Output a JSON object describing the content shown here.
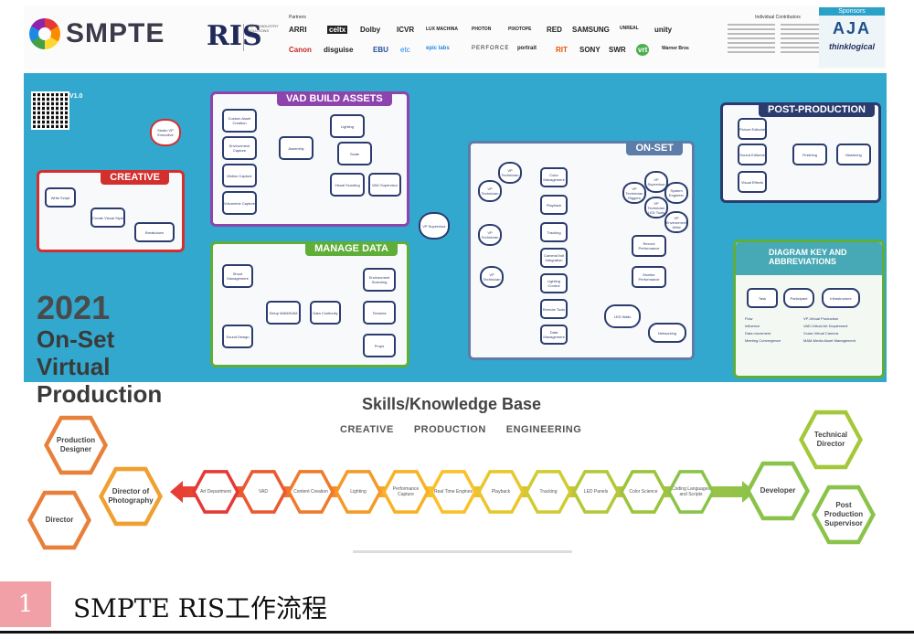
{
  "header": {
    "brand": "SMPTE",
    "ris": "RIS",
    "ris_sub": "RAPID INDUSTRY SOLUTIONS",
    "partners_label": "Partners",
    "partners": [
      "ARRI",
      "celtx",
      "Dolby",
      "ICVR",
      "LUX MACHINA",
      "PHOTON",
      "PIXOTOPE",
      "RED",
      "SAMSUNG",
      "UNREAL",
      "unity",
      "Canon",
      "disguise",
      "EBU",
      "etc",
      "epic labs",
      "PERFORCE",
      "portrait",
      "RIT",
      "SONY",
      "SWR",
      "vrt",
      "Warner Bros"
    ],
    "individual_label": "Individual Contributors",
    "sponsors_label": "Sponsors",
    "sponsors": [
      "AJA",
      "thinklogical"
    ]
  },
  "version_label": "V1.0",
  "sections": {
    "creative": {
      "title": "CREATIVE",
      "nodes": [
        "Write Script",
        "Create Visual Style",
        "Breakdown"
      ]
    },
    "vad_build": {
      "title": "VAD BUILD ASSETS",
      "nodes": [
        "Custom Asset Creation",
        "Environment Capture",
        "Motion Capture",
        "Volumetric Capture",
        "Assembly",
        "Lighting",
        "Scale",
        "Visual Scouting",
        "VAD Supervisor"
      ],
      "studio_node": "Studio VP Executive"
    },
    "manage_data": {
      "title": "MANAGE DATA",
      "nodes": [
        "Shoot Management",
        "Sound Design",
        "Setup MAM/DAM",
        "Data Continuity",
        "Environment Scanning",
        "Textures",
        "Props"
      ]
    },
    "vp_supervisor": "VP Supervisor",
    "on_set": {
      "title": "ON-SET",
      "left_nodes": [
        "VP Technician",
        "VP Technician",
        "VP Technician",
        "VP Technician"
      ],
      "center_nodes": [
        "Color Management",
        "Playback",
        "Tracking",
        "Camera/Volt Integration",
        "Lighting Control",
        "Remote Tools",
        "Data Management"
      ],
      "right_nodes": [
        "VP Supervisor",
        "VP Technician Riggers",
        "System Engineer",
        "VP Technician LED Tools",
        "VP Environment Artist",
        "Record Performance",
        "Monitor Performance",
        "LED Walls",
        "Networking"
      ]
    },
    "post": {
      "title": "POST-PRODUCTION",
      "nodes": [
        "Picture Editorial",
        "Sound Editorial",
        "Visual Effects",
        "Finishing",
        "Mastering"
      ]
    },
    "key": {
      "title": "DIAGRAM KEY AND ABBREVIATIONS",
      "shapes": [
        "Task",
        "Participant",
        "Infrastructure"
      ],
      "lines": [
        "Flow",
        "Influence",
        "Data movement",
        "Meeting Convergence"
      ],
      "abbrevs": [
        "VP-Virtual Production",
        "VAD-Virtual Art Department",
        "Vcam-Virtual Camera",
        "MAM-Media Asset Management"
      ]
    }
  },
  "poster_title": {
    "year": "2021",
    "line1": "On-Set",
    "line2": "Virtual",
    "line3": "Production"
  },
  "skills": {
    "title": "Skills/Knowledge Base",
    "categories": [
      "CREATIVE",
      "PRODUCTION",
      "ENGINEERING"
    ],
    "chain": [
      "Art Department",
      "VAD",
      "Content Creation",
      "Lighting",
      "Performance Capture",
      "Real Time Engines",
      "Playback",
      "Tracking",
      "LED Panels",
      "Color Science",
      "Coding Languages and Scripts"
    ],
    "left_roles": [
      "Production Designer",
      "Director of Photography",
      "Director"
    ],
    "right_roles": [
      "Technical Director",
      "Developer",
      "Post Production Supervisor"
    ]
  },
  "caption": {
    "number": "1",
    "text": "SMPTE RIS工作流程"
  }
}
